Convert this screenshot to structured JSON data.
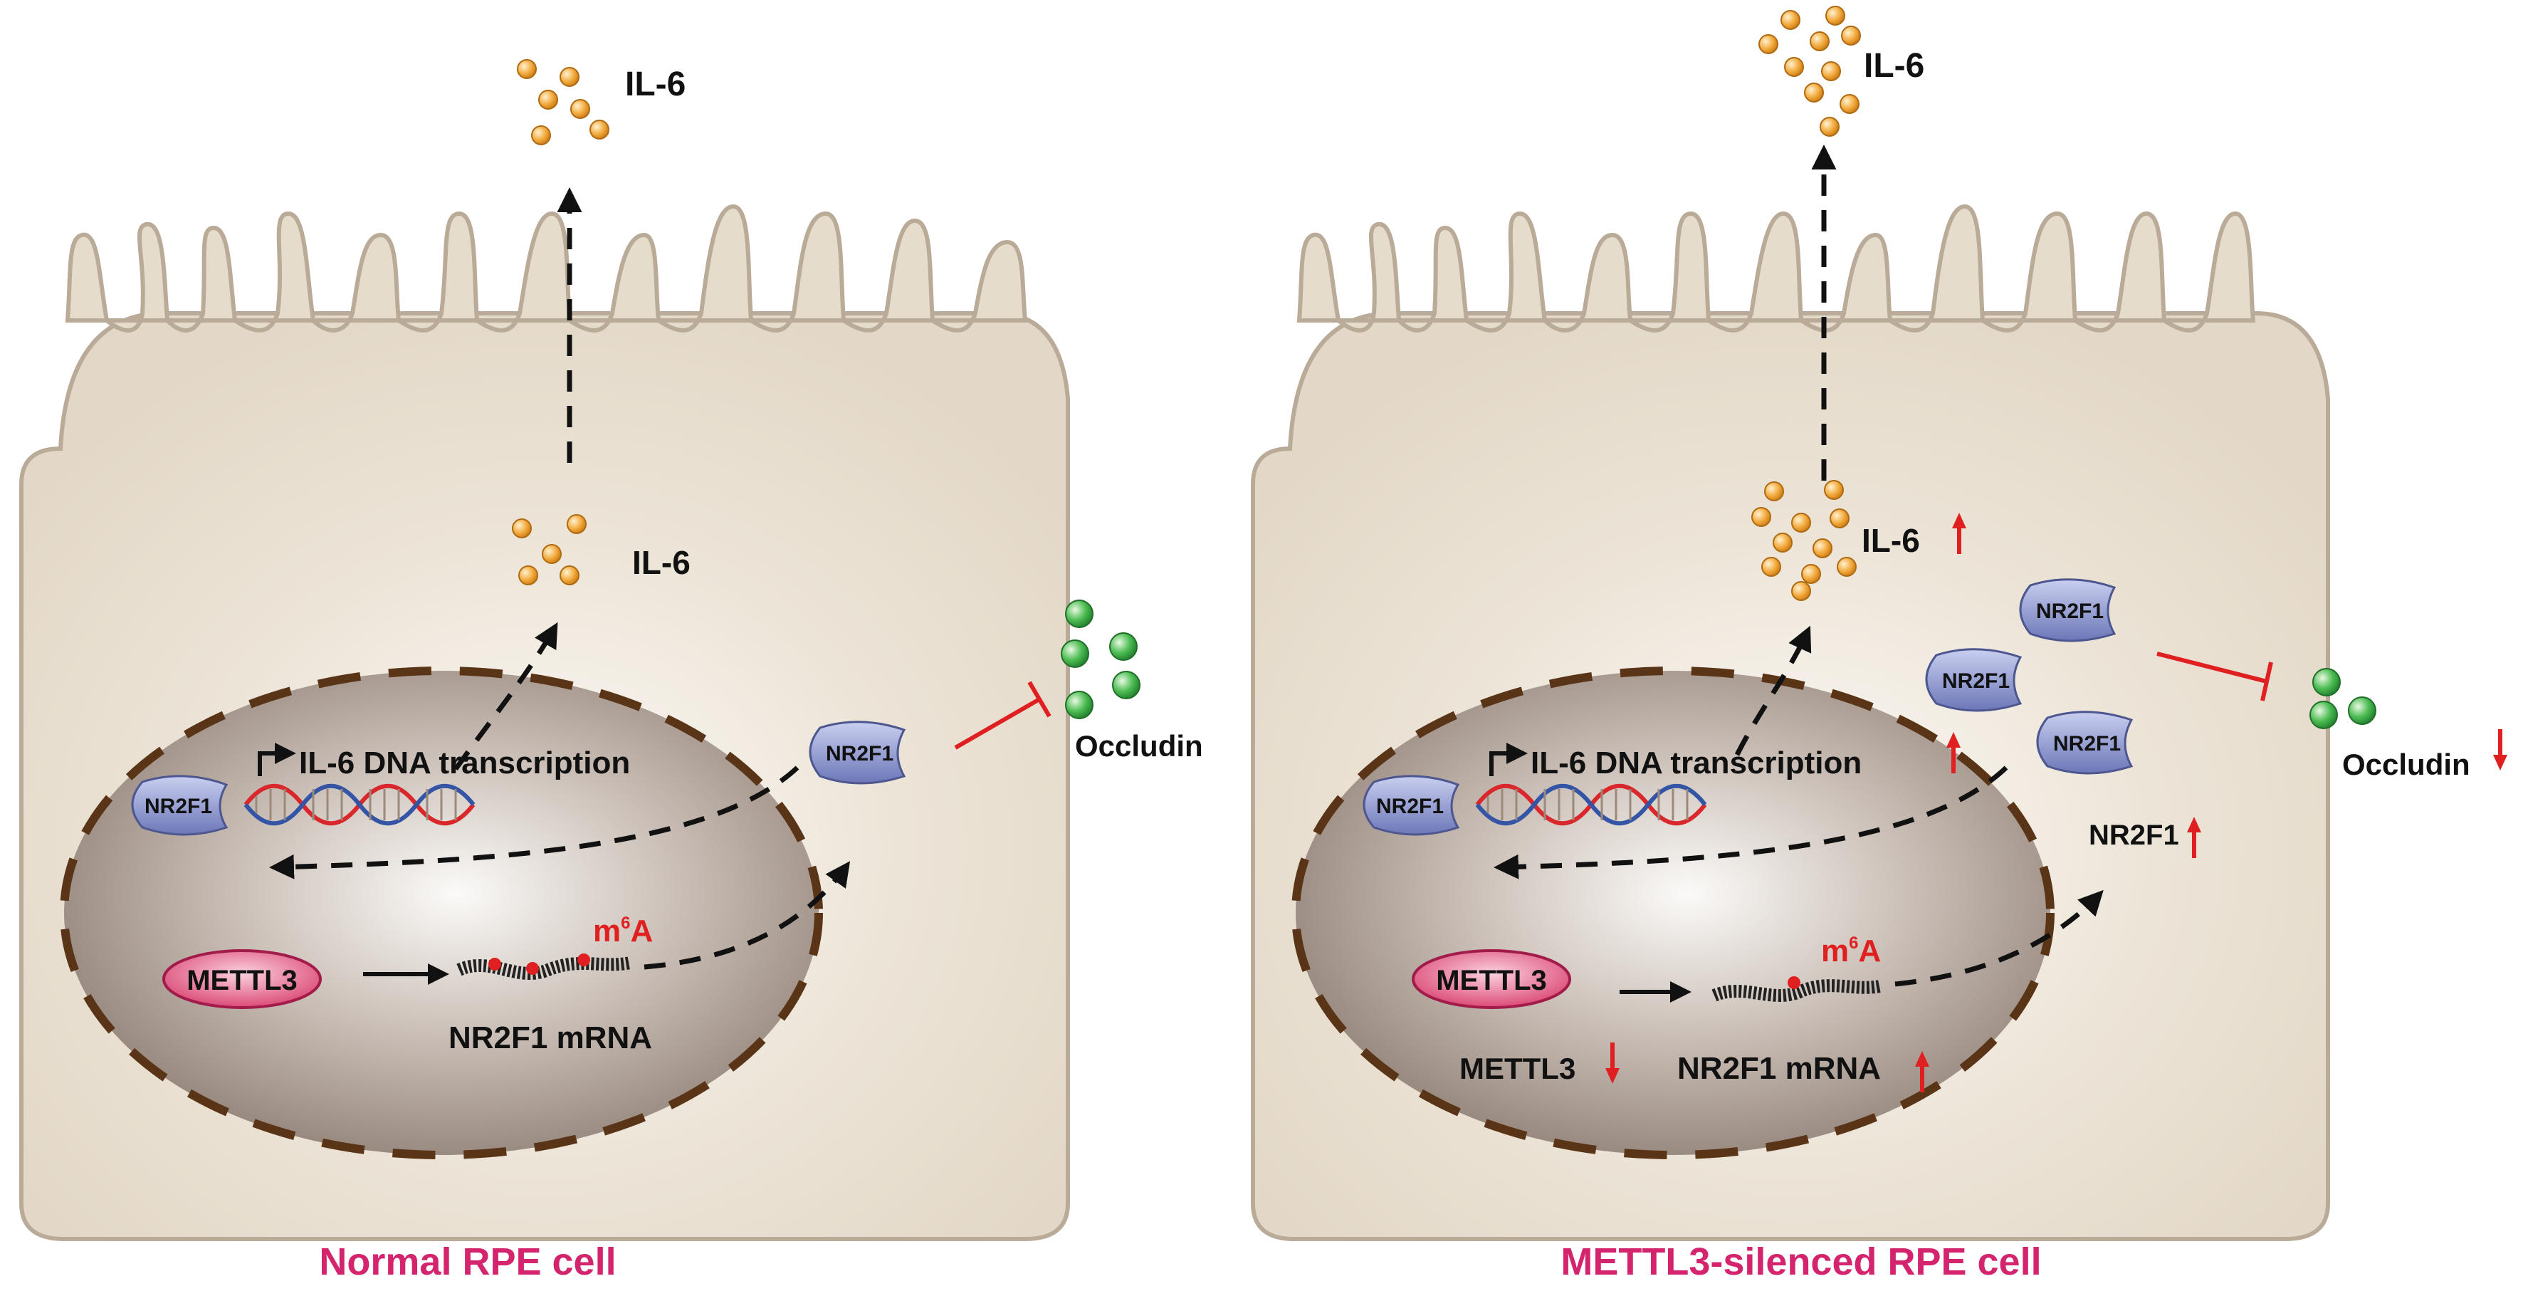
{
  "colors": {
    "cell_fill": "#e6dccc",
    "cell_stroke": "#b9ab98",
    "nucleus_center": "#fbfaf8",
    "nucleus_edge": "#8a7a70",
    "nucleus_dash": "#5a3417",
    "caption": "#d4246e",
    "increase_arrow": "#e02020",
    "inhibit_line": "#e02020",
    "m6a_text": "#e02020",
    "il6_particle": "#f2a93b",
    "occludin_particle": "#3aa84a",
    "nr2f1_fill": "#8a94cc",
    "mettl3_fill": "#e25b86"
  },
  "icons": {
    "increase": "up-arrow",
    "decrease": "down-arrow",
    "inhibit": "t-bar",
    "transcription_start": "bent-arrow",
    "dna": "double-helix",
    "mrna": "wavy-strand"
  },
  "panels": [
    {
      "caption": "Normal RPE cell",
      "il6_out_label": "IL-6",
      "il6_in_label": "IL-6",
      "il6_in_trend": null,
      "transcription_label": "IL-6 DNA transcription",
      "transcription_trend": null,
      "nuclear_nr2f1": "NR2F1",
      "mettl3_label": "METTL3",
      "mettl3_trend_label": null,
      "mettl3_trend": null,
      "mrna_label": "NR2F1 mRNA",
      "mrna_trend": null,
      "m6a_label": "m",
      "m6a_sup": "6",
      "m6a_suffix": "A",
      "m6a_sites": 3,
      "cyto_nr2f1": [
        "NR2F1"
      ],
      "cyto_nr2f1_level_label": null,
      "cyto_nr2f1_trend": null,
      "occludin_label": "Occludin",
      "occludin_trend": null,
      "occludin_particles": 5
    },
    {
      "caption": "METTL3-silenced RPE cell",
      "il6_out_label": "IL-6",
      "il6_in_label": "IL-6",
      "il6_in_trend": "increase",
      "transcription_label": "IL-6 DNA transcription",
      "transcription_trend": "increase",
      "nuclear_nr2f1": "NR2F1",
      "mettl3_label": "METTL3",
      "mettl3_trend_label": "METTL3",
      "mettl3_trend": "decrease",
      "mrna_label": "NR2F1 mRNA",
      "mrna_trend": "increase",
      "m6a_label": "m",
      "m6a_sup": "6",
      "m6a_suffix": "A",
      "m6a_sites": 1,
      "cyto_nr2f1": [
        "NR2F1",
        "NR2F1",
        "NR2F1"
      ],
      "cyto_nr2f1_level_label": "NR2F1",
      "cyto_nr2f1_trend": "increase",
      "occludin_label": "Occludin",
      "occludin_trend": "decrease",
      "occludin_particles": 3
    }
  ]
}
